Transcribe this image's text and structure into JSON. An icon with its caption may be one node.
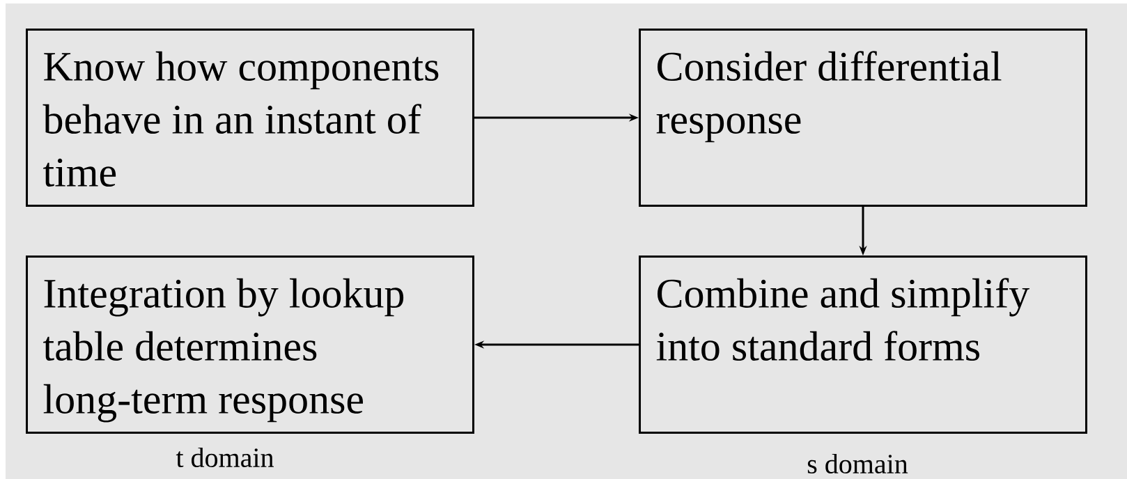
{
  "diagram": {
    "nodes": [
      {
        "text": [
          "Know how components behave in an instant of time"
        ]
      },
      {
        "text": [
          "Consider differential response"
        ]
      },
      {
        "text": [
          "Integration by lookup table determines long-term response"
        ],
        "beside": [
          "t domain"
        ]
      },
      {
        "text": [
          "Combine and simplify into standard forms"
        ],
        "beside": [
          "s domain"
        ]
      }
    ],
    "edges": [
      {
        "from": 0,
        "to": 1,
        "arrow": "to"
      },
      {
        "from": 1,
        "to": 3,
        "arrow": "to"
      },
      {
        "from": 3,
        "to": 2,
        "arrow": "to"
      }
    ]
  }
}
